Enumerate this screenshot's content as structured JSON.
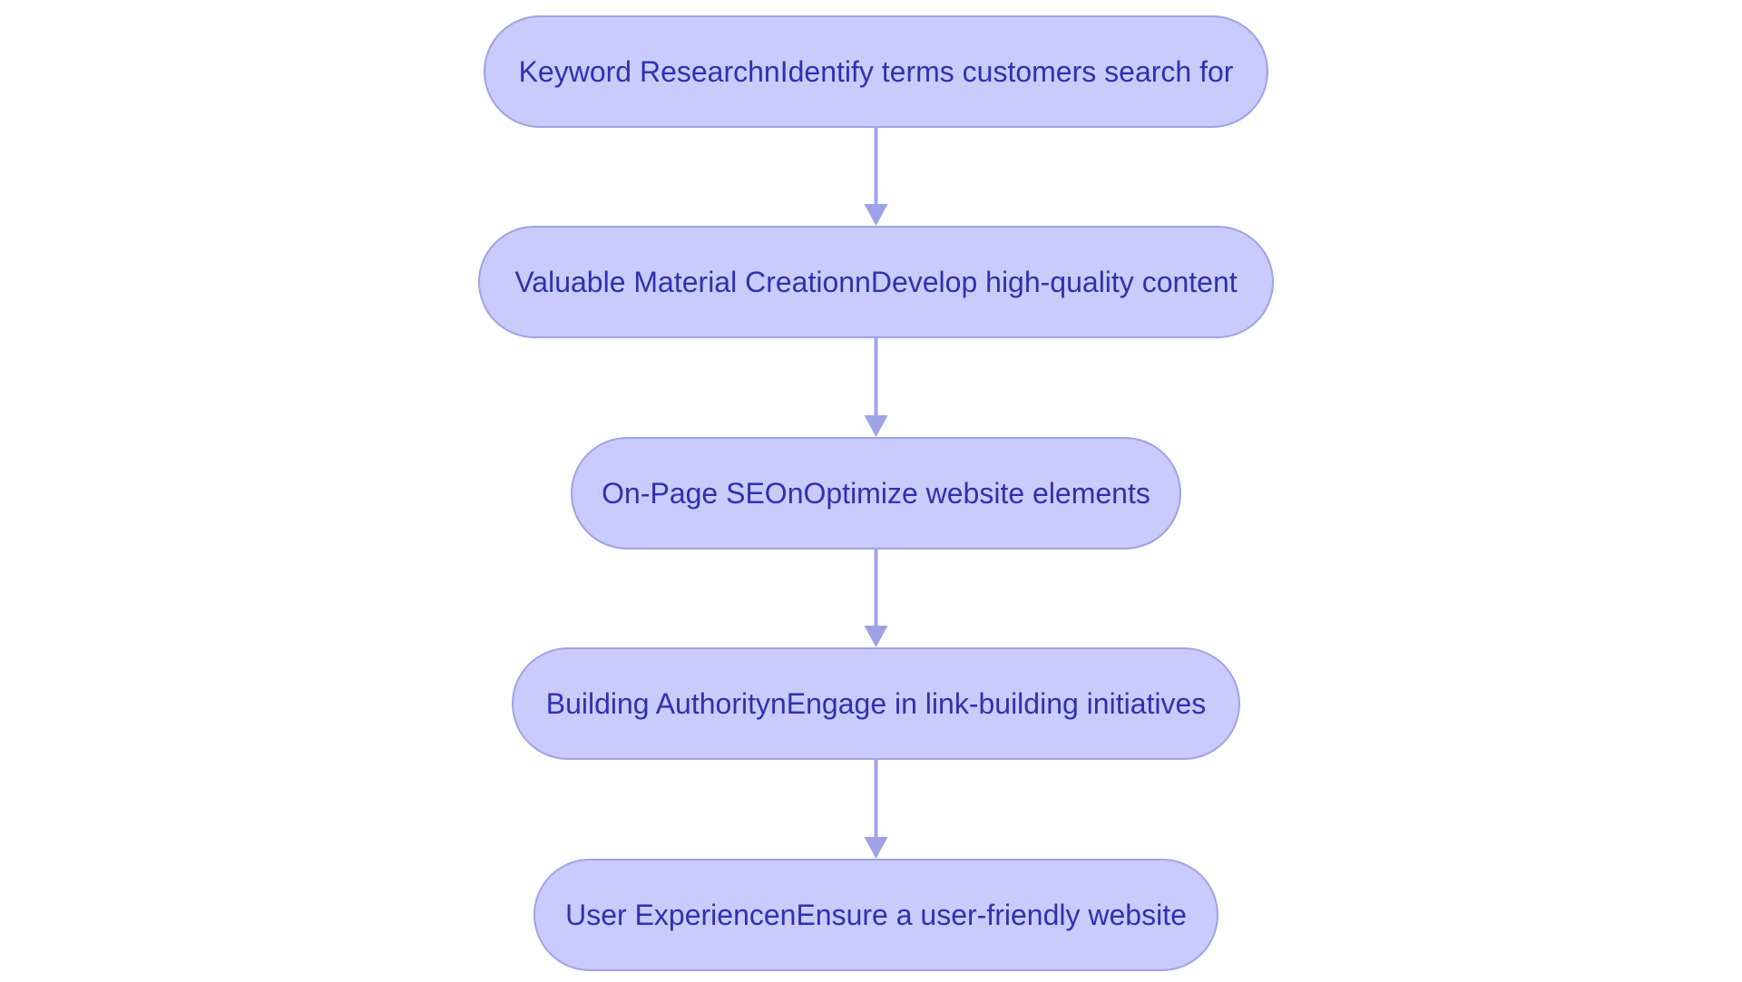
{
  "diagram": {
    "type": "flowchart",
    "direction": "top-to-bottom",
    "colors": {
      "node_fill": "#c8cbfc",
      "node_border": "#9ea3e8",
      "text": "#3130b0",
      "arrow": "#9ea3e8"
    },
    "nodes": [
      {
        "id": "n0",
        "label": "Keyword ResearchnIdentify terms customers search for"
      },
      {
        "id": "n1",
        "label": "Valuable Material CreationnDevelop high-quality content"
      },
      {
        "id": "n2",
        "label": "On-Page SEOnOptimize website elements"
      },
      {
        "id": "n3",
        "label": "Building AuthoritynEngage in link-building initiatives"
      },
      {
        "id": "n4",
        "label": "User ExperiencenEnsure a user-friendly website"
      }
    ],
    "edges": [
      {
        "from": "n0",
        "to": "n1"
      },
      {
        "from": "n1",
        "to": "n2"
      },
      {
        "from": "n2",
        "to": "n3"
      },
      {
        "from": "n3",
        "to": "n4"
      }
    ]
  }
}
